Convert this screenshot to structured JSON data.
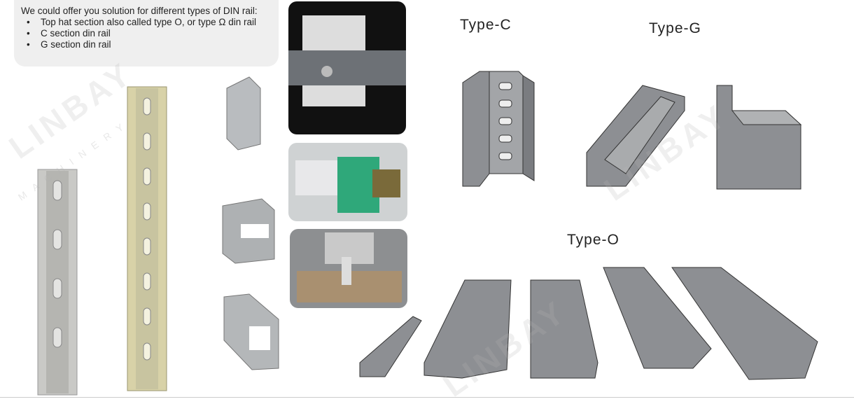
{
  "intro": {
    "heading": "We could offer you solution for different types of DIN rail:",
    "items": [
      "Top hat section also called type O, or type Ω din rail",
      "C section din rail",
      "G section din rail"
    ]
  },
  "labels": {
    "type_c": "Type-C",
    "type_g": "Type-G",
    "type_o": "Type-O"
  },
  "watermark": {
    "brand": "LINBAY",
    "sub": "MACHINERY"
  }
}
